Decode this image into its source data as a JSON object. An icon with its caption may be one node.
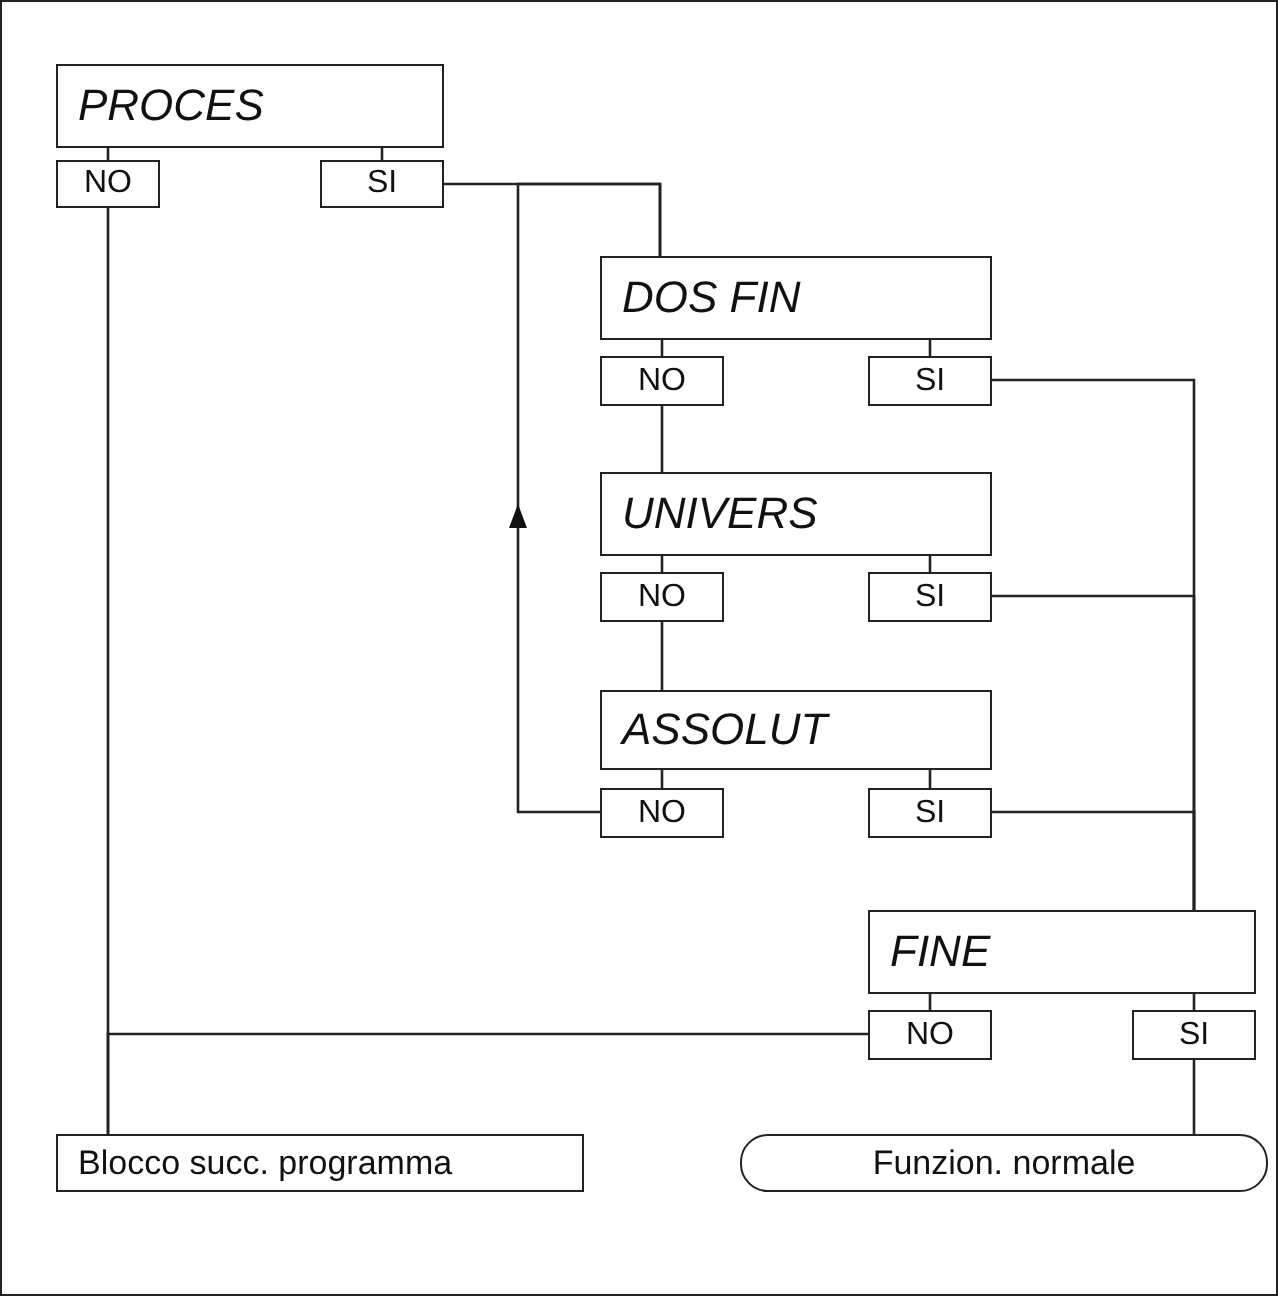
{
  "diagram": {
    "nodes": [
      {
        "text": [
          "PROCES"
        ]
      },
      {
        "text": [
          "NO"
        ]
      },
      {
        "text": [
          "SI"
        ]
      },
      {
        "text": [
          "DOS FIN"
        ]
      },
      {
        "text": [
          "NO"
        ]
      },
      {
        "text": [
          "SI"
        ]
      },
      {
        "text": [
          "UNIVERS"
        ]
      },
      {
        "text": [
          "NO"
        ]
      },
      {
        "text": [
          "SI"
        ]
      },
      {
        "text": [
          "ASSOLUT"
        ]
      },
      {
        "text": [
          "NO"
        ]
      },
      {
        "text": [
          "SI"
        ]
      },
      {
        "text": [
          "FINE"
        ]
      },
      {
        "text": [
          "NO"
        ]
      },
      {
        "text": [
          "SI"
        ]
      },
      {
        "text": [
          "Blocco succ. programma"
        ]
      },
      {
        "text": [
          "Funzion. normale"
        ]
      }
    ],
    "edges": [
      {
        "from": 0,
        "to": 1,
        "arrow": "none"
      },
      {
        "from": 0,
        "to": 2,
        "arrow": "none"
      },
      {
        "from": 2,
        "to": 3,
        "arrow": "none"
      },
      {
        "from": 3,
        "to": 4,
        "arrow": "none"
      },
      {
        "from": 3,
        "to": 5,
        "arrow": "none"
      },
      {
        "from": 4,
        "to": 6,
        "arrow": "none"
      },
      {
        "from": 6,
        "to": 7,
        "arrow": "none"
      },
      {
        "from": 6,
        "to": 8,
        "arrow": "none"
      },
      {
        "from": 7,
        "to": 9,
        "arrow": "none"
      },
      {
        "from": 9,
        "to": 10,
        "arrow": "none"
      },
      {
        "from": 9,
        "to": 11,
        "arrow": "none"
      },
      {
        "from": 10,
        "to": 3,
        "arrow": "to"
      },
      {
        "from": 5,
        "to": 12,
        "arrow": "none"
      },
      {
        "from": 8,
        "to": 12,
        "arrow": "none"
      },
      {
        "from": 11,
        "to": 12,
        "arrow": "none"
      },
      {
        "from": 12,
        "to": 13,
        "arrow": "none"
      },
      {
        "from": 12,
        "to": 14,
        "arrow": "none"
      },
      {
        "from": 1,
        "to": 15,
        "arrow": "none"
      },
      {
        "from": 13,
        "to": 15,
        "arrow": "none"
      },
      {
        "from": 14,
        "to": 16,
        "arrow": "none"
      }
    ]
  }
}
